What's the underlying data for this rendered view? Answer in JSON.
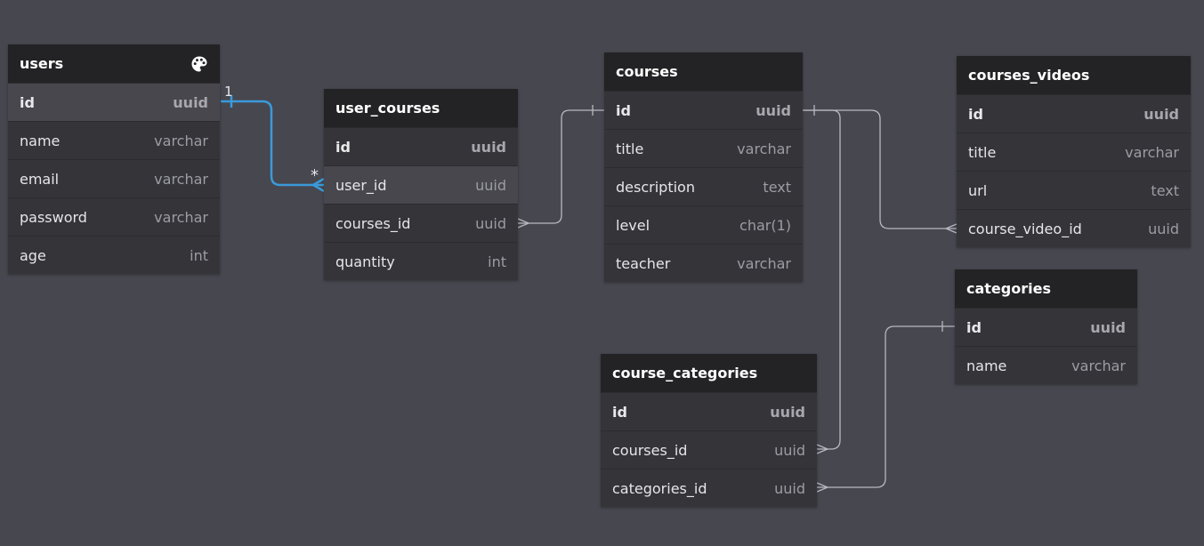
{
  "tables": [
    {
      "key": "users",
      "name": "users",
      "fields": [
        {
          "name": "id",
          "type": "uuid",
          "pk": true
        },
        {
          "name": "name",
          "type": "varchar"
        },
        {
          "name": "email",
          "type": "varchar"
        },
        {
          "name": "password",
          "type": "varchar"
        },
        {
          "name": "age",
          "type": "int"
        }
      ]
    },
    {
      "key": "user-courses",
      "name": "user_courses",
      "fields": [
        {
          "name": "id",
          "type": "uuid",
          "pk": true
        },
        {
          "name": "user_id",
          "type": "uuid"
        },
        {
          "name": "courses_id",
          "type": "uuid"
        },
        {
          "name": "quantity",
          "type": "int"
        }
      ]
    },
    {
      "key": "courses",
      "name": "courses",
      "fields": [
        {
          "name": "id",
          "type": "uuid",
          "pk": true
        },
        {
          "name": "title",
          "type": "varchar"
        },
        {
          "name": "description",
          "type": "text"
        },
        {
          "name": "level",
          "type": "char(1)"
        },
        {
          "name": "teacher",
          "type": "varchar"
        }
      ]
    },
    {
      "key": "courses-videos",
      "name": "courses_videos",
      "fields": [
        {
          "name": "id",
          "type": "uuid",
          "pk": true
        },
        {
          "name": "title",
          "type": "varchar"
        },
        {
          "name": "url",
          "type": "text"
        },
        {
          "name": "course_video_id",
          "type": "uuid"
        }
      ]
    },
    {
      "key": "categories",
      "name": "categories",
      "fields": [
        {
          "name": "id",
          "type": "uuid",
          "pk": true
        },
        {
          "name": "name",
          "type": "varchar"
        }
      ]
    },
    {
      "key": "course-categories",
      "name": "course_categories",
      "fields": [
        {
          "name": "id",
          "type": "uuid",
          "pk": true
        },
        {
          "name": "courses_id",
          "type": "uuid"
        },
        {
          "name": "categories_id",
          "type": "uuid"
        }
      ]
    }
  ],
  "relationships": {
    "users_to_user_courses": {
      "one_label": "1",
      "many_label": "*"
    }
  },
  "colors": {
    "canvas": "#474750",
    "header": "#232325",
    "row": "#343439",
    "row_highlight": "#47474d",
    "active_relation": "#3a9ad9",
    "relation": "#b8b8c0"
  },
  "icons": {
    "users_header": "palette-icon"
  }
}
